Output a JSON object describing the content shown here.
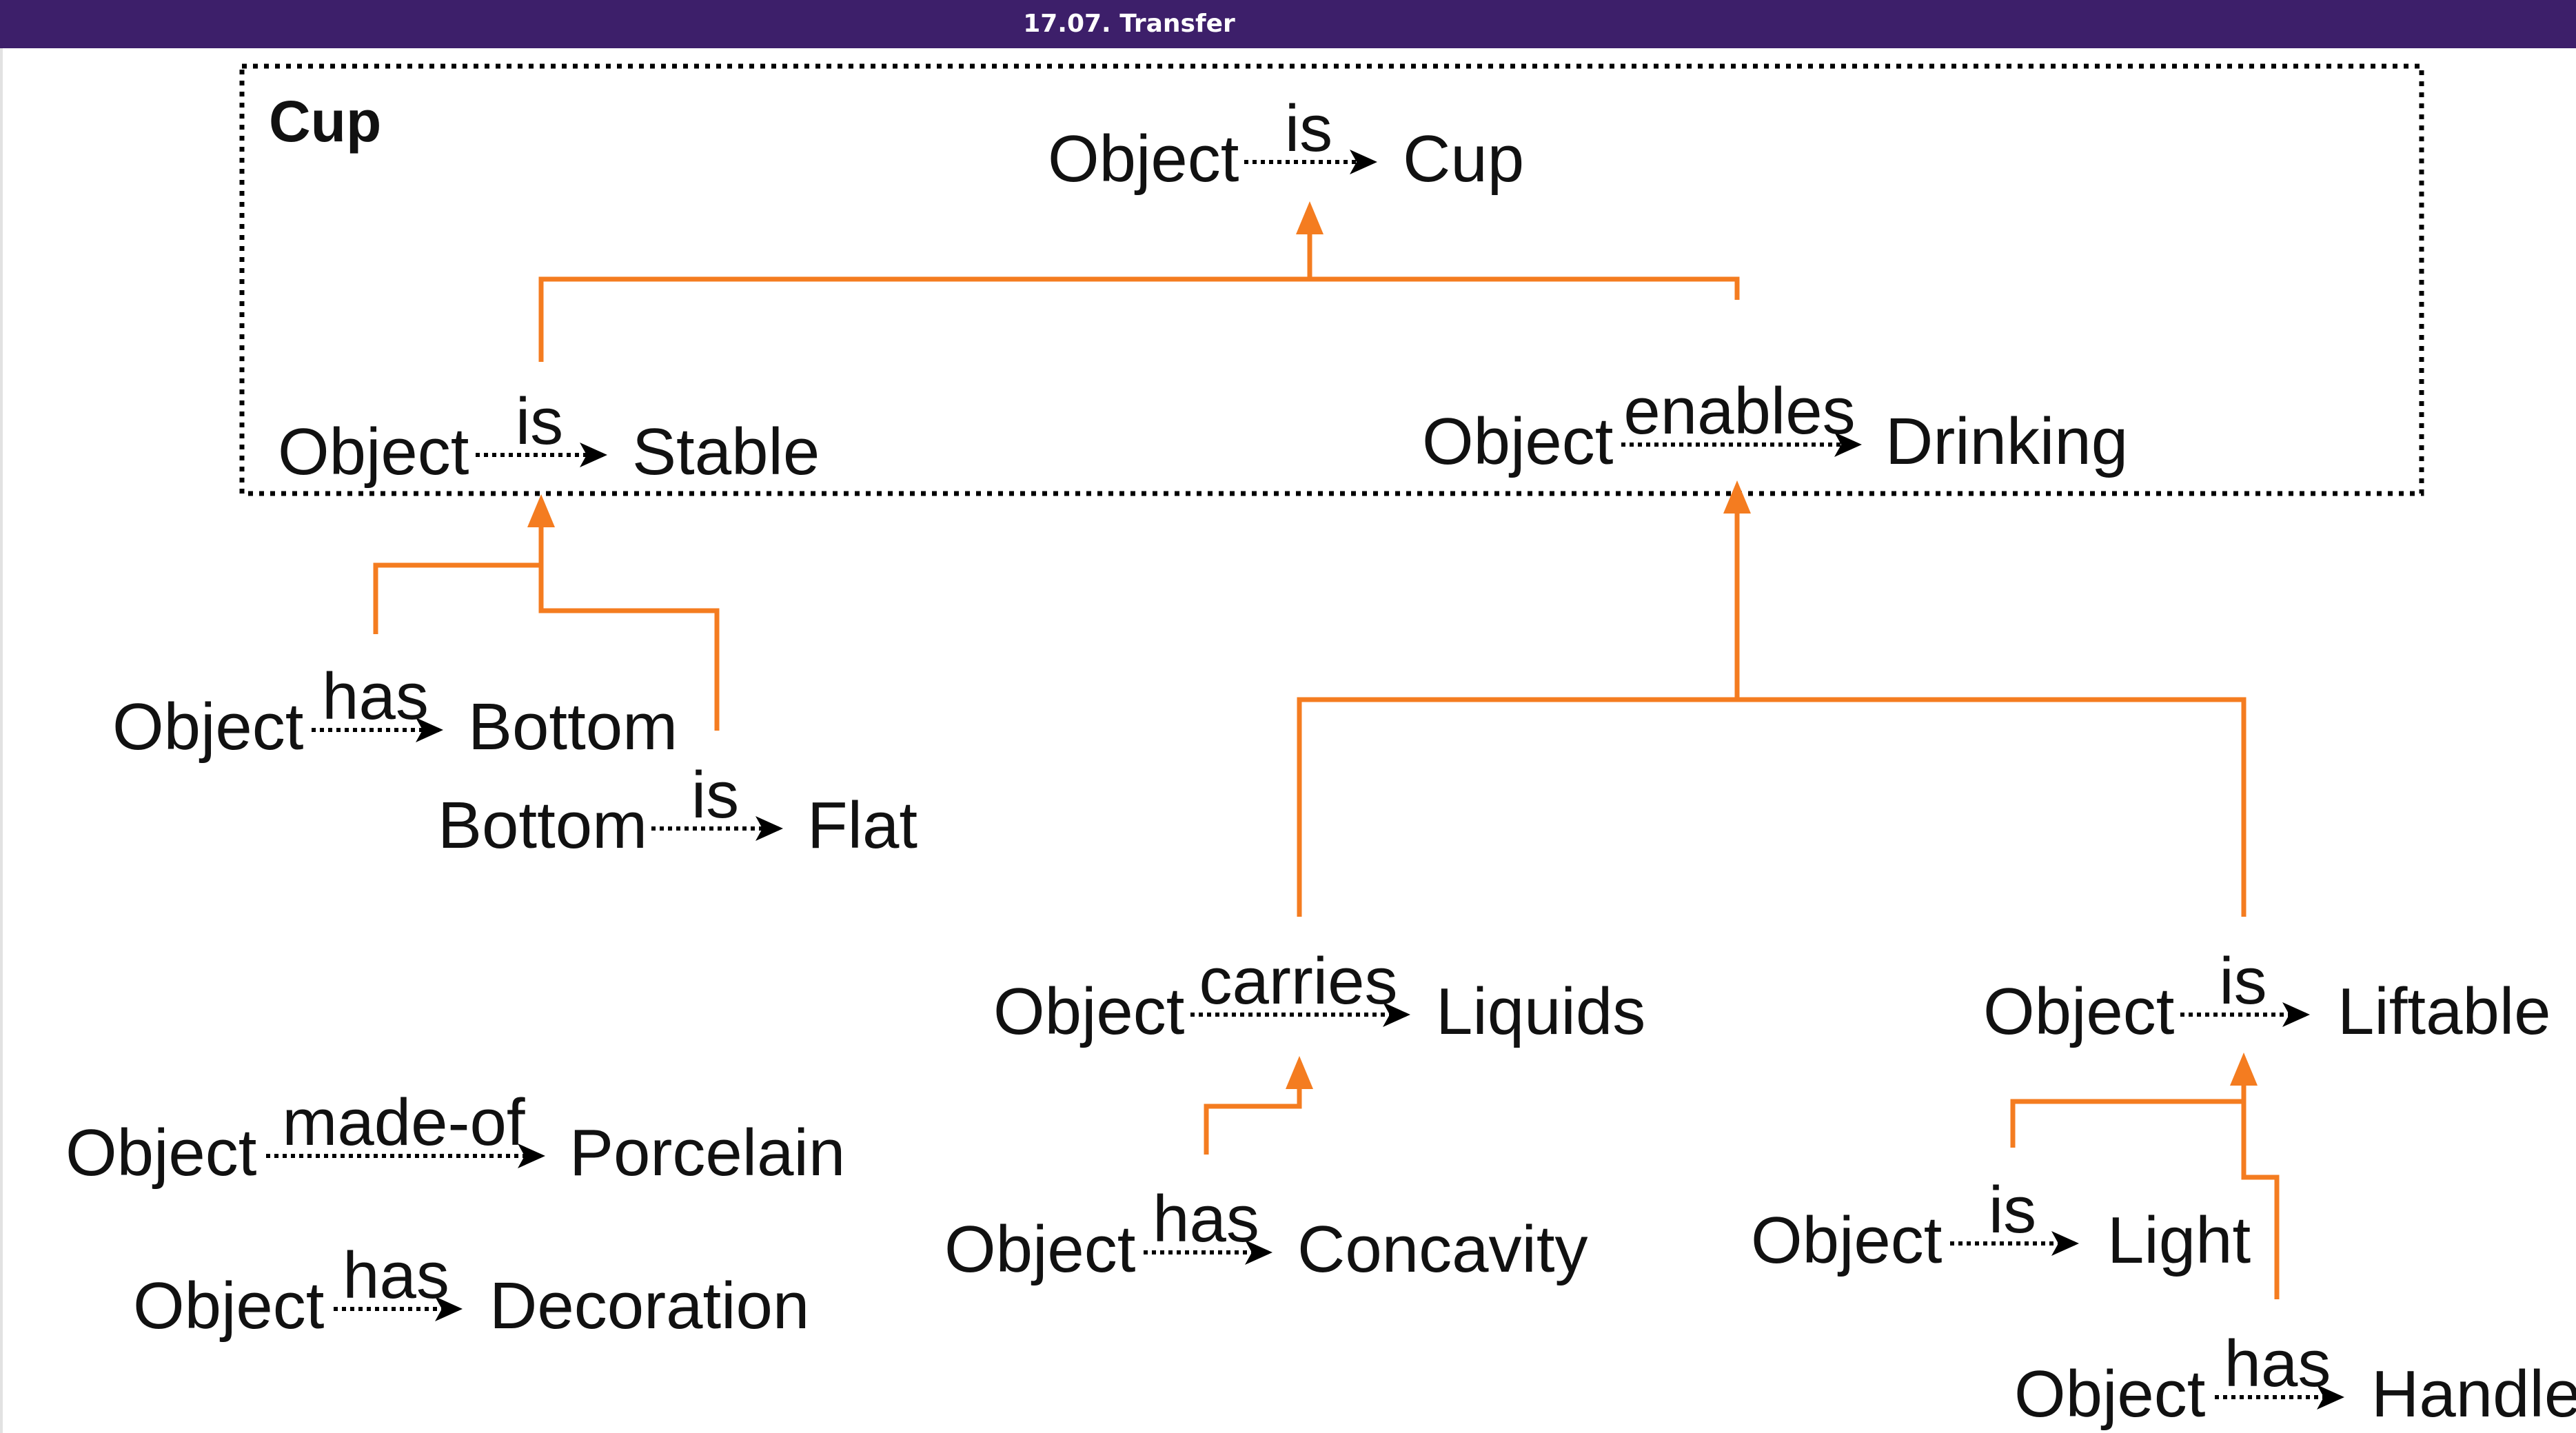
{
  "window": {
    "title": "17.07. Transfer"
  },
  "diagram": {
    "box_title": "Cup",
    "colors": {
      "accent": "#f47c20",
      "frame": "#000000",
      "text": "#111111",
      "titlebar": "#3d1f6a"
    },
    "facts": [
      {
        "id": "object-is-cup",
        "subject": "Object",
        "relation": "is",
        "object": "Cup"
      },
      {
        "id": "object-is-stable",
        "subject": "Object",
        "relation": "is",
        "object": "Stable"
      },
      {
        "id": "object-enables-drinking",
        "subject": "Object",
        "relation": "enables",
        "object": "Drinking"
      },
      {
        "id": "object-has-bottom",
        "subject": "Object",
        "relation": "has",
        "object": "Bottom"
      },
      {
        "id": "bottom-is-flat",
        "subject": "Bottom",
        "relation": "is",
        "object": "Flat"
      },
      {
        "id": "object-carries-liquids",
        "subject": "Object",
        "relation": "carries",
        "object": "Liquids"
      },
      {
        "id": "object-is-liftable",
        "subject": "Object",
        "relation": "is",
        "object": "Liftable"
      },
      {
        "id": "object-made-of-porcelain",
        "subject": "Object",
        "relation": "made-of",
        "object": "Porcelain"
      },
      {
        "id": "object-has-decoration",
        "subject": "Object",
        "relation": "has",
        "object": "Decoration"
      },
      {
        "id": "object-has-concavity",
        "subject": "Object",
        "relation": "has",
        "object": "Concavity"
      },
      {
        "id": "object-is-light",
        "subject": "Object",
        "relation": "is",
        "object": "Light"
      },
      {
        "id": "object-has-handle",
        "subject": "Object",
        "relation": "has",
        "object": "Handle"
      }
    ]
  }
}
